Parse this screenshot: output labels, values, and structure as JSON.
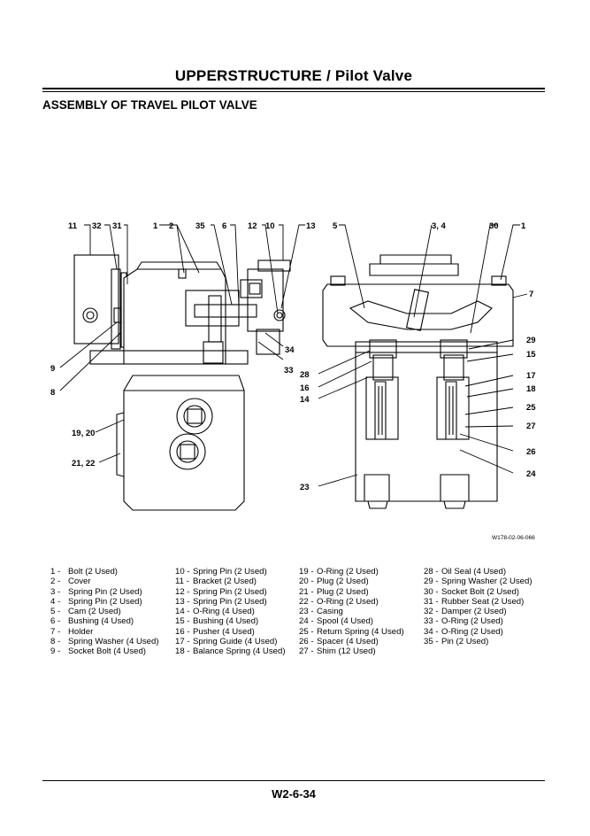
{
  "header": {
    "title": "UPPERSTRUCTURE / Pilot Valve"
  },
  "section": {
    "title": "ASSEMBLY OF TRAVEL PILOT VALVE"
  },
  "figure": {
    "code": "W178-02-06-066",
    "callouts": {
      "c11": "11",
      "c32": "32",
      "c31": "31",
      "c1a": "1",
      "c2": "2",
      "c35": "35",
      "c6": "6",
      "c12": "12",
      "c10": "10",
      "c13": "13",
      "c34": "34",
      "c33": "33",
      "c9": "9",
      "c8": "8",
      "c1920": "19, 20",
      "c2122": "21, 22",
      "c5": "5",
      "c34b": "3, 4",
      "c30": "30",
      "c1b": "1",
      "c7": "7",
      "c29": "29",
      "c15": "15",
      "c17": "17",
      "c18": "18",
      "c25": "25",
      "c27": "27",
      "c26": "26",
      "c24": "24",
      "c28": "28",
      "c16": "16",
      "c14": "14",
      "c23": "23"
    }
  },
  "parts": [
    [
      {
        "num": "1 -",
        "desc": "Bolt (2 Used)"
      },
      {
        "num": "2 -",
        "desc": "Cover"
      },
      {
        "num": "3 -",
        "desc": "Spring Pin (2 Used)"
      },
      {
        "num": "4 -",
        "desc": "Spring Pin (2 Used)"
      },
      {
        "num": "5 -",
        "desc": "Cam (2 Used)"
      },
      {
        "num": "6 -",
        "desc": "Bushing (4 Used)"
      },
      {
        "num": "7 -",
        "desc": "Holder"
      },
      {
        "num": "8 -",
        "desc": "Spring Washer (4 Used)"
      },
      {
        "num": "9 -",
        "desc": "Socket Bolt (4 Used)"
      }
    ],
    [
      {
        "num": "10 -",
        "desc": "Spring Pin (2 Used)"
      },
      {
        "num": "11 -",
        "desc": "Bracket (2 Used)"
      },
      {
        "num": "12 -",
        "desc": "Spring Pin (2 Used)"
      },
      {
        "num": "13 -",
        "desc": "Spring Pin (2 Used)"
      },
      {
        "num": "14 -",
        "desc": "O-Ring (4 Used)"
      },
      {
        "num": "15 -",
        "desc": "Bushing (4 Used)"
      },
      {
        "num": "16 -",
        "desc": "Pusher (4 Used)"
      },
      {
        "num": "17 -",
        "desc": "Spring Guide (4 Used)"
      },
      {
        "num": "18 -",
        "desc": "Balance Spring (4 Used)"
      }
    ],
    [
      {
        "num": "19 -",
        "desc": "O-Ring (2 Used)"
      },
      {
        "num": "20 -",
        "desc": "Plug (2 Used)"
      },
      {
        "num": "21 -",
        "desc": "Plug (2 Used)"
      },
      {
        "num": "22 -",
        "desc": "O-Ring (2 Used)"
      },
      {
        "num": "23 -",
        "desc": "Casing"
      },
      {
        "num": "24 -",
        "desc": "Spool (4 Used)"
      },
      {
        "num": "25 -",
        "desc": "Return Spring (4 Used)"
      },
      {
        "num": "26 -",
        "desc": "Spacer (4 Used)"
      },
      {
        "num": "27 -",
        "desc": "Shim (12 Used)"
      }
    ],
    [
      {
        "num": "28 -",
        "desc": "Oil Seal (4 Used)"
      },
      {
        "num": "29 -",
        "desc": "Spring Washer (2 Used)"
      },
      {
        "num": "30 -",
        "desc": "Socket Bolt (2 Used)"
      },
      {
        "num": "31 -",
        "desc": "Rubber Seat (2 Used)"
      },
      {
        "num": "32 -",
        "desc": "Damper (2 Used)"
      },
      {
        "num": "33 -",
        "desc": "O-Ring (2 Used)"
      },
      {
        "num": "34 -",
        "desc": "O-Ring (2 Used)"
      },
      {
        "num": "35 -",
        "desc": "Pin (2 Used)"
      }
    ]
  ],
  "footer": {
    "page_number": "W2-6-34"
  }
}
